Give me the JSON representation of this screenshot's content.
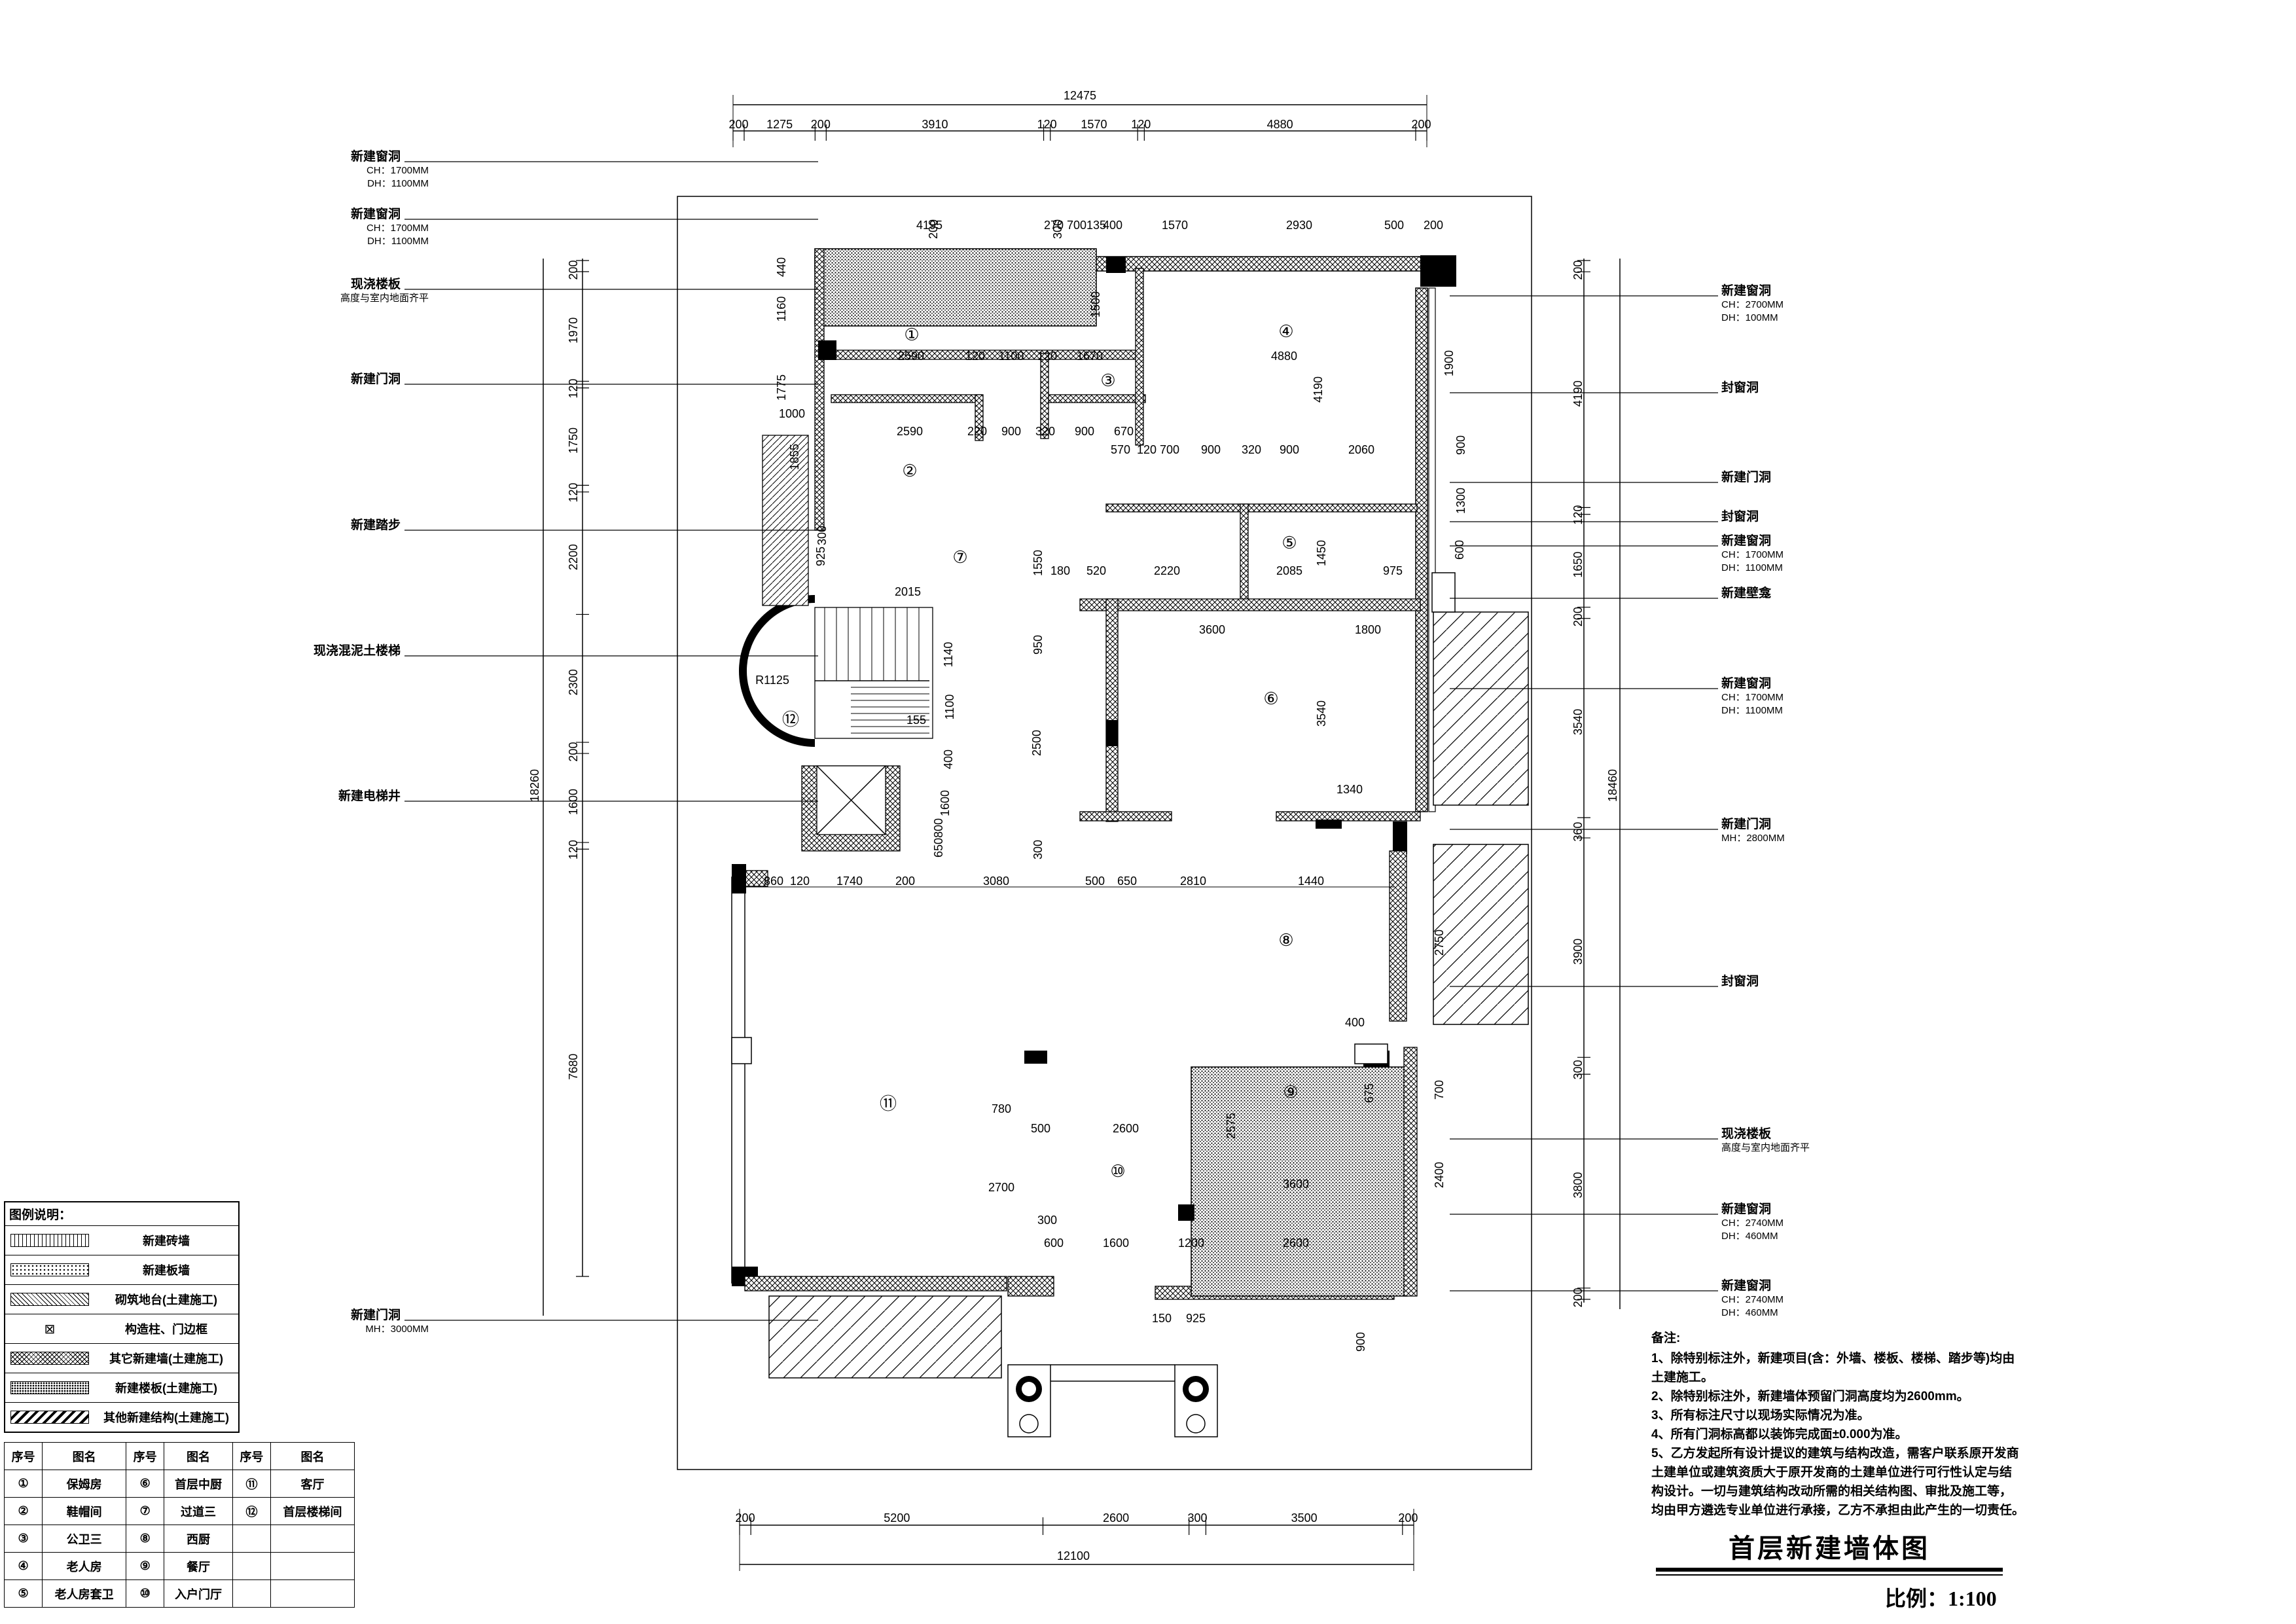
{
  "drawing": {
    "title": "首层新建墙体图",
    "scale": "比例：1:100"
  },
  "dims": {
    "top_total": "12475",
    "top_segments": [
      "200",
      "1275",
      "200",
      "3910",
      "120",
      "1570",
      "120",
      "4880",
      "200"
    ],
    "bottom_total": "12100",
    "bottom_segments": [
      "200",
      "5200",
      "2600",
      "300",
      "3500",
      "200"
    ],
    "left_total": "18260",
    "left_segments": [
      "200",
      "1970",
      "120",
      "1750",
      "120",
      "2200",
      "2300",
      "200",
      "1600",
      "120",
      "7680"
    ],
    "right_total": "18460",
    "right_segments": [
      "200",
      "4190",
      "120",
      "1650",
      "200",
      "3540",
      "360",
      "3900",
      "300",
      "3800",
      "200"
    ],
    "inner": [
      "4195",
      "270",
      "700",
      "135",
      "400",
      "1570",
      "2930",
      "500",
      "200",
      "2590",
      "120",
      "1100",
      "120",
      "1670",
      "4880",
      "1000",
      "2590",
      "220",
      "900",
      "320",
      "900",
      "670",
      "570",
      "120",
      "700",
      "900",
      "320",
      "900",
      "2060",
      "180",
      "520",
      "2220",
      "2085",
      "975",
      "3600",
      "1800",
      "2015",
      "R1125",
      "155",
      "1340",
      "860",
      "120",
      "1740",
      "200",
      "3080",
      "500",
      "650",
      "2810",
      "1440",
      "400",
      "500",
      "2600",
      "780",
      "2700",
      "300",
      "600",
      "1600",
      "1200",
      "2600",
      "3600",
      "150",
      "925",
      "900",
      "1900",
      "900",
      "1300",
      "600",
      "3540",
      "4190",
      "1450",
      "1550",
      "950",
      "2500",
      "300",
      "2750",
      "2400",
      "700",
      "2575",
      "675",
      "1500",
      "1160",
      "440",
      "1775",
      "1855",
      "925",
      "300",
      "1140",
      "1100",
      "400",
      "1600",
      "800",
      "650",
      "200",
      "300"
    ]
  },
  "rooms": [
    "①",
    "②",
    "③",
    "④",
    "⑤",
    "⑥",
    "⑦",
    "⑧",
    "⑨",
    "⑩",
    "⑪",
    "⑫"
  ],
  "left_callouts": [
    {
      "title": "新建窗洞",
      "lines": [
        "CH：1700MM",
        "DH：1100MM"
      ]
    },
    {
      "title": "新建窗洞",
      "lines": [
        "CH：1700MM",
        "DH：1100MM"
      ]
    },
    {
      "title": "现浇楼板",
      "lines": [
        "高度与室内地面齐平"
      ]
    },
    {
      "title": "新建门洞",
      "lines": []
    },
    {
      "title": "新建踏步",
      "lines": []
    },
    {
      "title": "现浇混泥土楼梯",
      "lines": []
    },
    {
      "title": "新建电梯井",
      "lines": []
    },
    {
      "title": "新建门洞",
      "lines": [
        "MH：3000MM"
      ]
    }
  ],
  "right_callouts": [
    {
      "title": "新建窗洞",
      "lines": [
        "CH：2700MM",
        "DH：100MM"
      ]
    },
    {
      "title": "封窗洞",
      "lines": []
    },
    {
      "title": "新建门洞",
      "lines": []
    },
    {
      "title": "封窗洞",
      "lines": []
    },
    {
      "title": "新建窗洞",
      "lines": [
        "CH：1700MM",
        "DH：1100MM"
      ]
    },
    {
      "title": "新建壁龛",
      "lines": []
    },
    {
      "title": "新建窗洞",
      "lines": [
        "CH：1700MM",
        "DH：1100MM"
      ]
    },
    {
      "title": "新建门洞",
      "lines": [
        "MH：2800MM"
      ]
    },
    {
      "title": "封窗洞",
      "lines": []
    },
    {
      "title": "现浇楼板",
      "lines": [
        "高度与室内地面齐平"
      ]
    },
    {
      "title": "新建窗洞",
      "lines": [
        "CH：2740MM",
        "DH：460MM"
      ]
    },
    {
      "title": "新建窗洞",
      "lines": [
        "CH：2740MM",
        "DH：460MM"
      ]
    }
  ],
  "legend": {
    "header": "图例说明：",
    "items": [
      "新建砖墙",
      "新建板墙",
      "砌筑地台(土建施工)",
      "构造柱、门边框",
      "其它新建墙(土建施工)",
      "新建楼板(土建施工)",
      "其他新建结构(土建施工)"
    ],
    "col_symbol": "⊠"
  },
  "index_table": {
    "headers": [
      "序号",
      "图名",
      "序号",
      "图名",
      "序号",
      "图名"
    ],
    "rows": [
      [
        "①",
        "保姆房",
        "⑥",
        "首层中厨",
        "⑪",
        "客厅"
      ],
      [
        "②",
        "鞋帽间",
        "⑦",
        "过道三",
        "⑫",
        "首层楼梯间"
      ],
      [
        "③",
        "公卫三",
        "⑧",
        "西厨",
        "",
        ""
      ],
      [
        "④",
        "老人房",
        "⑨",
        "餐厅",
        "",
        ""
      ],
      [
        "⑤",
        "老人房套卫",
        "⑩",
        "入户门厅",
        "",
        ""
      ]
    ]
  },
  "notes": {
    "header": "备注:",
    "items": [
      "1、除特别标注外，新建项目(含：外墙、楼板、楼梯、踏步等)均由",
      "土建施工。",
      "2、除特别标注外，新建墙体预留门洞高度均为2600mm。",
      "3、所有标注尺寸以现场实际情况为准。",
      "4、所有门洞标高都以装饰完成面±0.000为准。",
      "5、乙方发起所有设计提议的建筑与结构改造，需客户联系原开发商",
      "土建单位或建筑资质大于原开发商的土建单位进行可行性认定与结",
      "构设计。一切与建筑结构改动所需的相关结构图、审批及施工等，",
      "均由甲方遴选专业单位进行承接，乙方不承担由此产生的一切责任。"
    ]
  }
}
